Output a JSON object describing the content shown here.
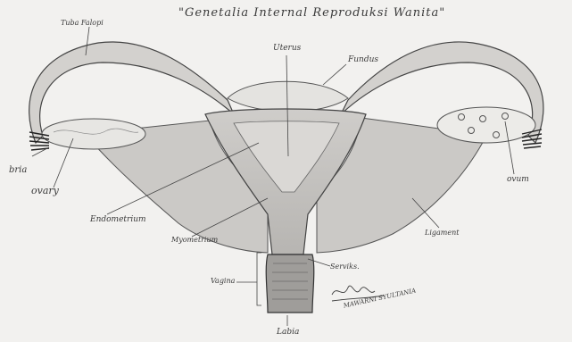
{
  "diagram": {
    "title": "\"Genetalia  Internal  Reproduksi  Wanita\"",
    "labels": {
      "tuba_falopi": "Tuba Falopi",
      "uterus": "Uterus",
      "fundus": "Fundus",
      "fimbria": "bria",
      "ovary": "ovary",
      "endometrium": "Endometrium",
      "myometrium": "Myometrium",
      "ovum": "ovum",
      "ligament": "Ligament",
      "serviks": "Serviks.",
      "vagina": "Vagina",
      "labia": "Labia"
    },
    "signature_name": "MAWARNI SYULTANIA"
  }
}
